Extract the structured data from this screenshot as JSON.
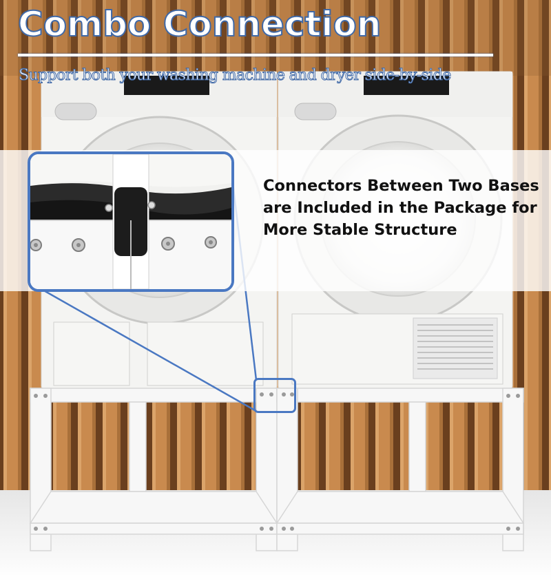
{
  "header": {
    "title": "Combo Connection",
    "subtitle": "Support both your washing machine and dryer side-by-side"
  },
  "callout": {
    "text": "Connectors Between Two Bases are Included in the Package for More Stable Structure"
  },
  "colors": {
    "accent": "#4a78c2",
    "title_outline": "#3f68a6",
    "wood": "#c98a4e",
    "appliance": "#f4f4f2",
    "stand": "#f7f7f7"
  }
}
